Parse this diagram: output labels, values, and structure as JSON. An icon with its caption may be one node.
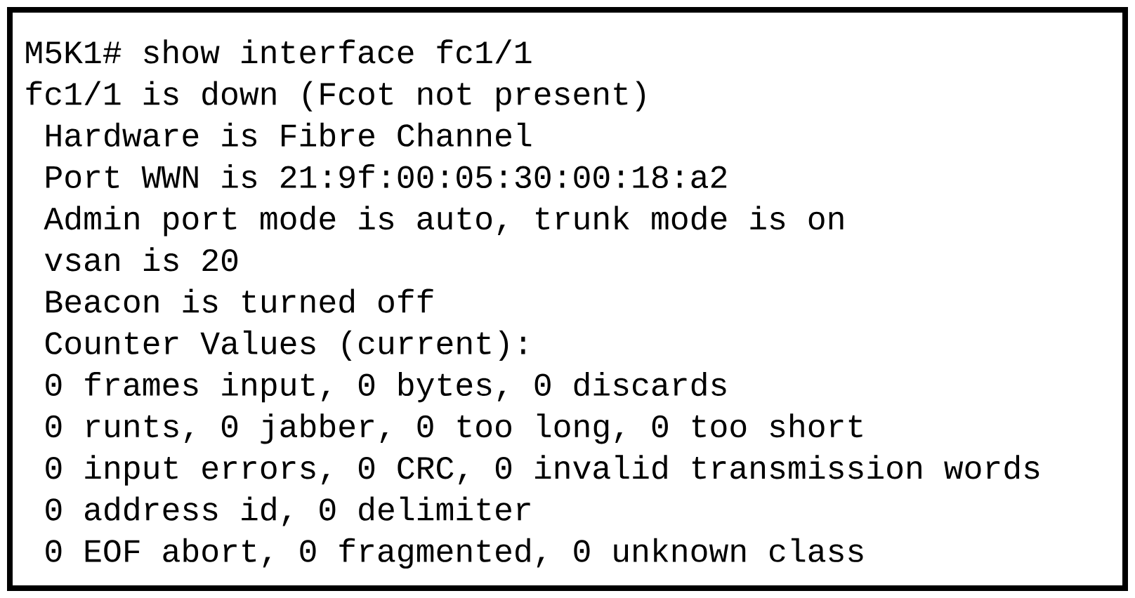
{
  "diagram": {
    "labels": [
      "M5K1# show interface fc1/1",
      "fc1/1 is down (Fcot not present)",
      "Hardware is Fibre Channel",
      "Port WWN is 21:9f:00:05:30:00:18:a2",
      "Admin port mode is auto, trunk mode is on",
      "vsan is 20",
      "Beacon is turned off",
      "Counter Values (current):",
      "0 frames input, 0 bytes, 0 discards",
      "0 runts, 0 jabber, 0 too long, 0 too short",
      "0 input errors, 0 CRC, 0 invalid transmission words",
      "0 address id, 0 delimiter",
      "0 EOF abort, 0 fragmented, 0 unknown class"
    ]
  }
}
